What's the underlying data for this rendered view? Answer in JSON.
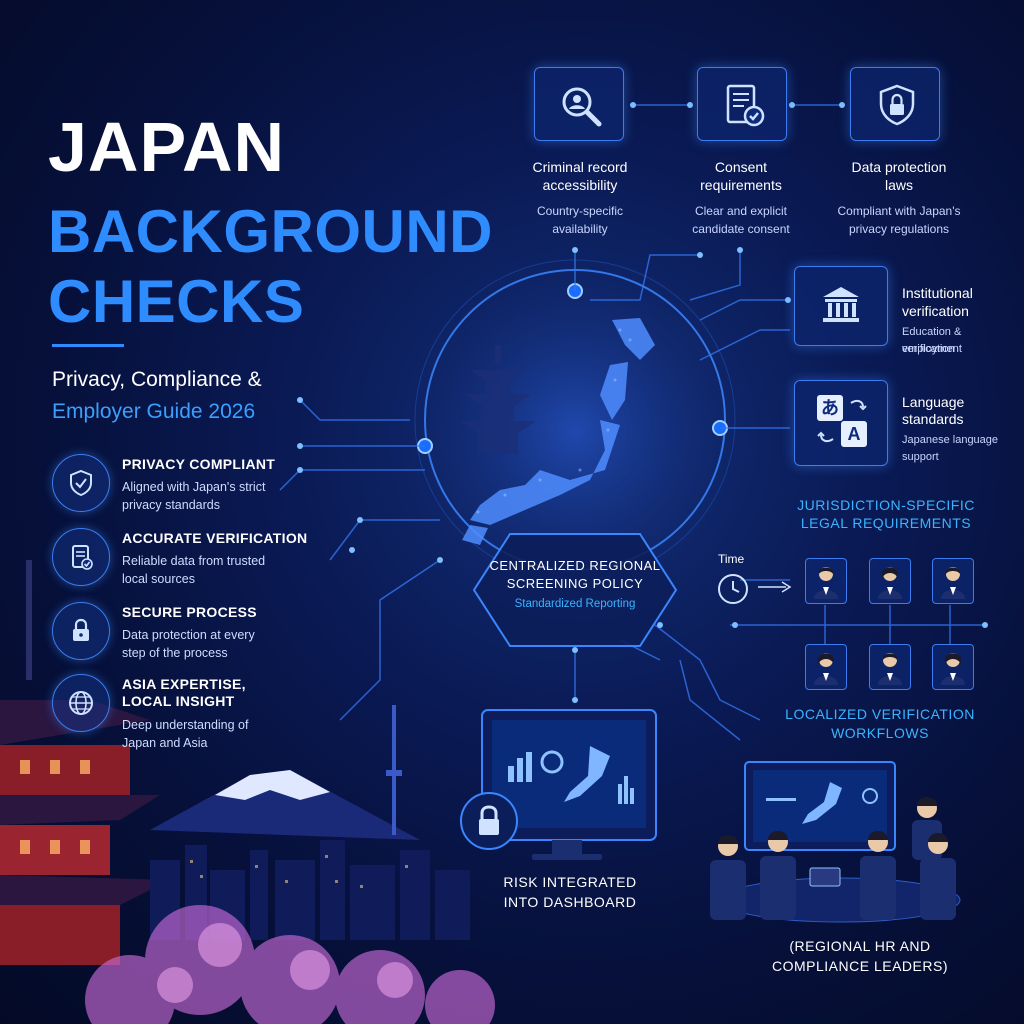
{
  "header": {
    "title_line1": "JAPAN",
    "title_line2": "BACKGROUND",
    "title_line3": "CHECKS",
    "subtitle_line1": "Privacy, Compliance &",
    "subtitle_line2": "Employer Guide 2026"
  },
  "features": [
    {
      "title": "PRIVACY COMPLIANT",
      "desc1": "Aligned with Japan's strict",
      "desc2": "privacy standards",
      "icon": "shield-check-icon"
    },
    {
      "title": "ACCURATE VERIFICATION",
      "desc1": "Reliable data from trusted",
      "desc2": "local sources",
      "icon": "document-check-icon"
    },
    {
      "title": "SECURE PROCESS",
      "desc1": "Data protection at every",
      "desc2": "step of the process",
      "icon": "lock-icon"
    },
    {
      "title_l1": "ASIA EXPERTISE,",
      "title_l2": "LOCAL INSIGHT",
      "desc1": "Deep understanding of",
      "desc2": "Japan and Asia",
      "icon": "globe-icon"
    }
  ],
  "top_cards": [
    {
      "title1": "Criminal record",
      "title2": "accessibility",
      "desc1": "Country-specific",
      "desc2": "availability",
      "icon": "search-person-icon"
    },
    {
      "title1": "Consent",
      "title2": "requirements",
      "desc1": "Clear and explicit",
      "desc2": "candidate consent",
      "icon": "document-check-icon"
    },
    {
      "title1": "Data protection",
      "title2": "laws",
      "desc1": "Compliant with Japan's",
      "desc2": "privacy regulations",
      "icon": "shield-lock-icon"
    }
  ],
  "right_cards": [
    {
      "title": "Institutional",
      "title2": "verification",
      "desc1": "Education & employment",
      "desc2": "verification",
      "icon": "institution-icon"
    },
    {
      "title": "Language",
      "title2": "standards",
      "desc1": "Japanese language",
      "desc2": "support",
      "icon": "translate-icon",
      "glyph_a": "あ",
      "glyph_b": "A"
    }
  ],
  "jurisdiction": {
    "line1": "JURISDICTION-SPECIFIC",
    "line2": "LEGAL REQUIREMENTS"
  },
  "center": {
    "line1": "CENTRALIZED REGIONAL",
    "line2": "SCREENING POLICY",
    "sub": "Standardized Reporting"
  },
  "workflow": {
    "time_label": "Time",
    "line1": "LOCALIZED VERIFICATION",
    "line2": "WORKFLOWS"
  },
  "dashboard": {
    "line1": "RISK INTEGRATED",
    "line2": "INTO DASHBOARD"
  },
  "leaders": {
    "line1": "(REGIONAL HR AND",
    "line2": "COMPLIANCE LEADERS)"
  },
  "colors": {
    "accent": "#2f8cff",
    "cyan": "#3ab4ff",
    "background": "#06103a",
    "card_border": "#3d7bf0"
  }
}
